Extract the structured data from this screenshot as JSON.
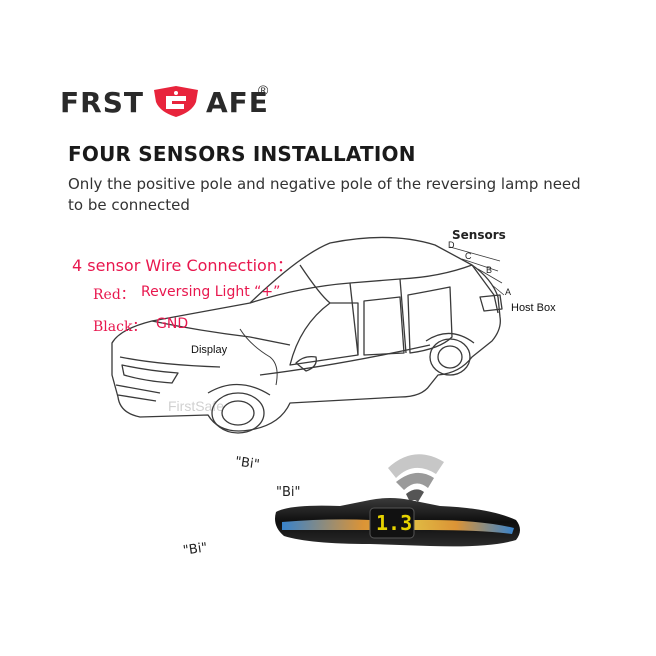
{
  "brand": {
    "logo_left": "FRST",
    "logo_right": "AFE",
    "registered_mark": "®",
    "accent_color": "#e8243c"
  },
  "heading": {
    "title": "FOUR SENSORS INSTALLATION",
    "subtitle": "Only the positive pole and negative pole of the reversing lamp need to be connected"
  },
  "wiring": {
    "heading": "4 sensor Wire Connection：",
    "red_label": "Red：",
    "red_value": "Reversing Light  “+”",
    "black_label": "Black：",
    "black_value": "GND",
    "text_color": "#e8174e"
  },
  "diagram": {
    "sensors_label": "Sensors",
    "sensor_letters": [
      "D",
      "C",
      "B",
      "A"
    ],
    "host_box_label": "Host Box",
    "display_label": "Display",
    "watermark": "FirstSafe"
  },
  "display_unit": {
    "beep_labels": [
      "\"Bi\"",
      "\"Bi\"",
      "\"Bi\""
    ],
    "digit_readout": "1.3",
    "digit_color": "#e6d300"
  }
}
